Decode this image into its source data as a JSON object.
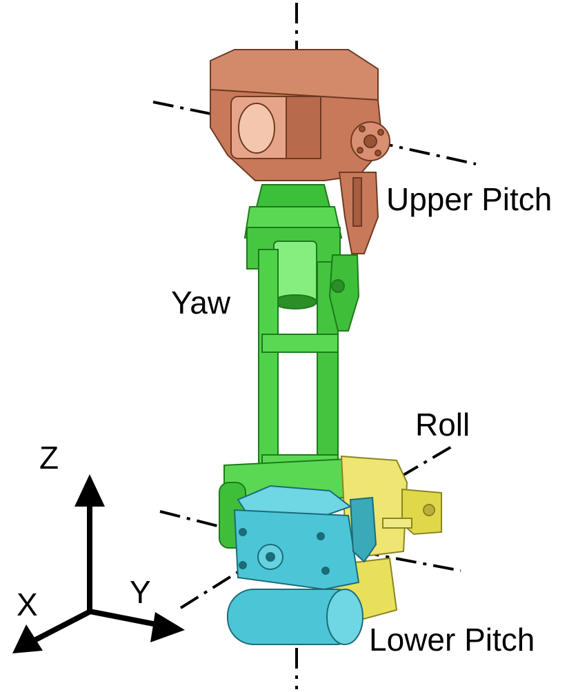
{
  "labels": {
    "upper_pitch": "Upper Pitch",
    "yaw": "Yaw",
    "roll": "Roll",
    "lower_pitch": "Lower Pitch"
  },
  "axes": {
    "z": "Z",
    "y": "Y",
    "x": "X"
  },
  "colors": {
    "upper_pitch_part": "#c8795a",
    "yaw_part": "#4fd24a",
    "roll_part": "#e8e05a",
    "lower_pitch_part": "#4cc6d6"
  }
}
